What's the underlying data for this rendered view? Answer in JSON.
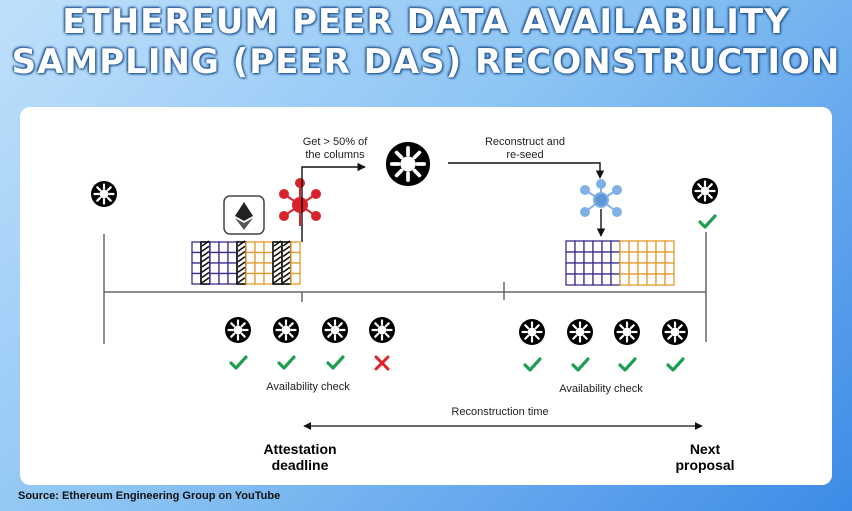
{
  "title": {
    "line1": "ETHEREUM PEER DATA AVAILABILITY",
    "line2": "SAMPLING (PEER DAS) RECONSTRUCTION"
  },
  "diagram": {
    "get_columns_label_1": "Get > 50% of",
    "get_columns_label_2": "the columns",
    "reconstruct_label_1": "Reconstruct and",
    "reconstruct_label_2": "re-seed",
    "availability_check_left": "Availability check",
    "availability_check_right": "Availability check",
    "reconstruction_time": "Reconstruction time",
    "attestation_deadline_1": "Attestation",
    "attestation_deadline_2": "deadline",
    "next_proposal_1": "Next",
    "next_proposal_2": "proposal"
  },
  "checks_left": [
    "pass",
    "pass",
    "pass",
    "fail"
  ],
  "checks_right": [
    "pass",
    "pass",
    "pass",
    "pass"
  ],
  "colors": {
    "check_green": "#1e9e4f",
    "fail_red": "#e0202a",
    "grid_purple": "#3a2f8f",
    "grid_orange": "#e39a2b",
    "supernode_red": "#d9232a",
    "supernode_blue": "#7fb1e6"
  },
  "source": "Source: Ethereum Engineering Group on YouTube"
}
